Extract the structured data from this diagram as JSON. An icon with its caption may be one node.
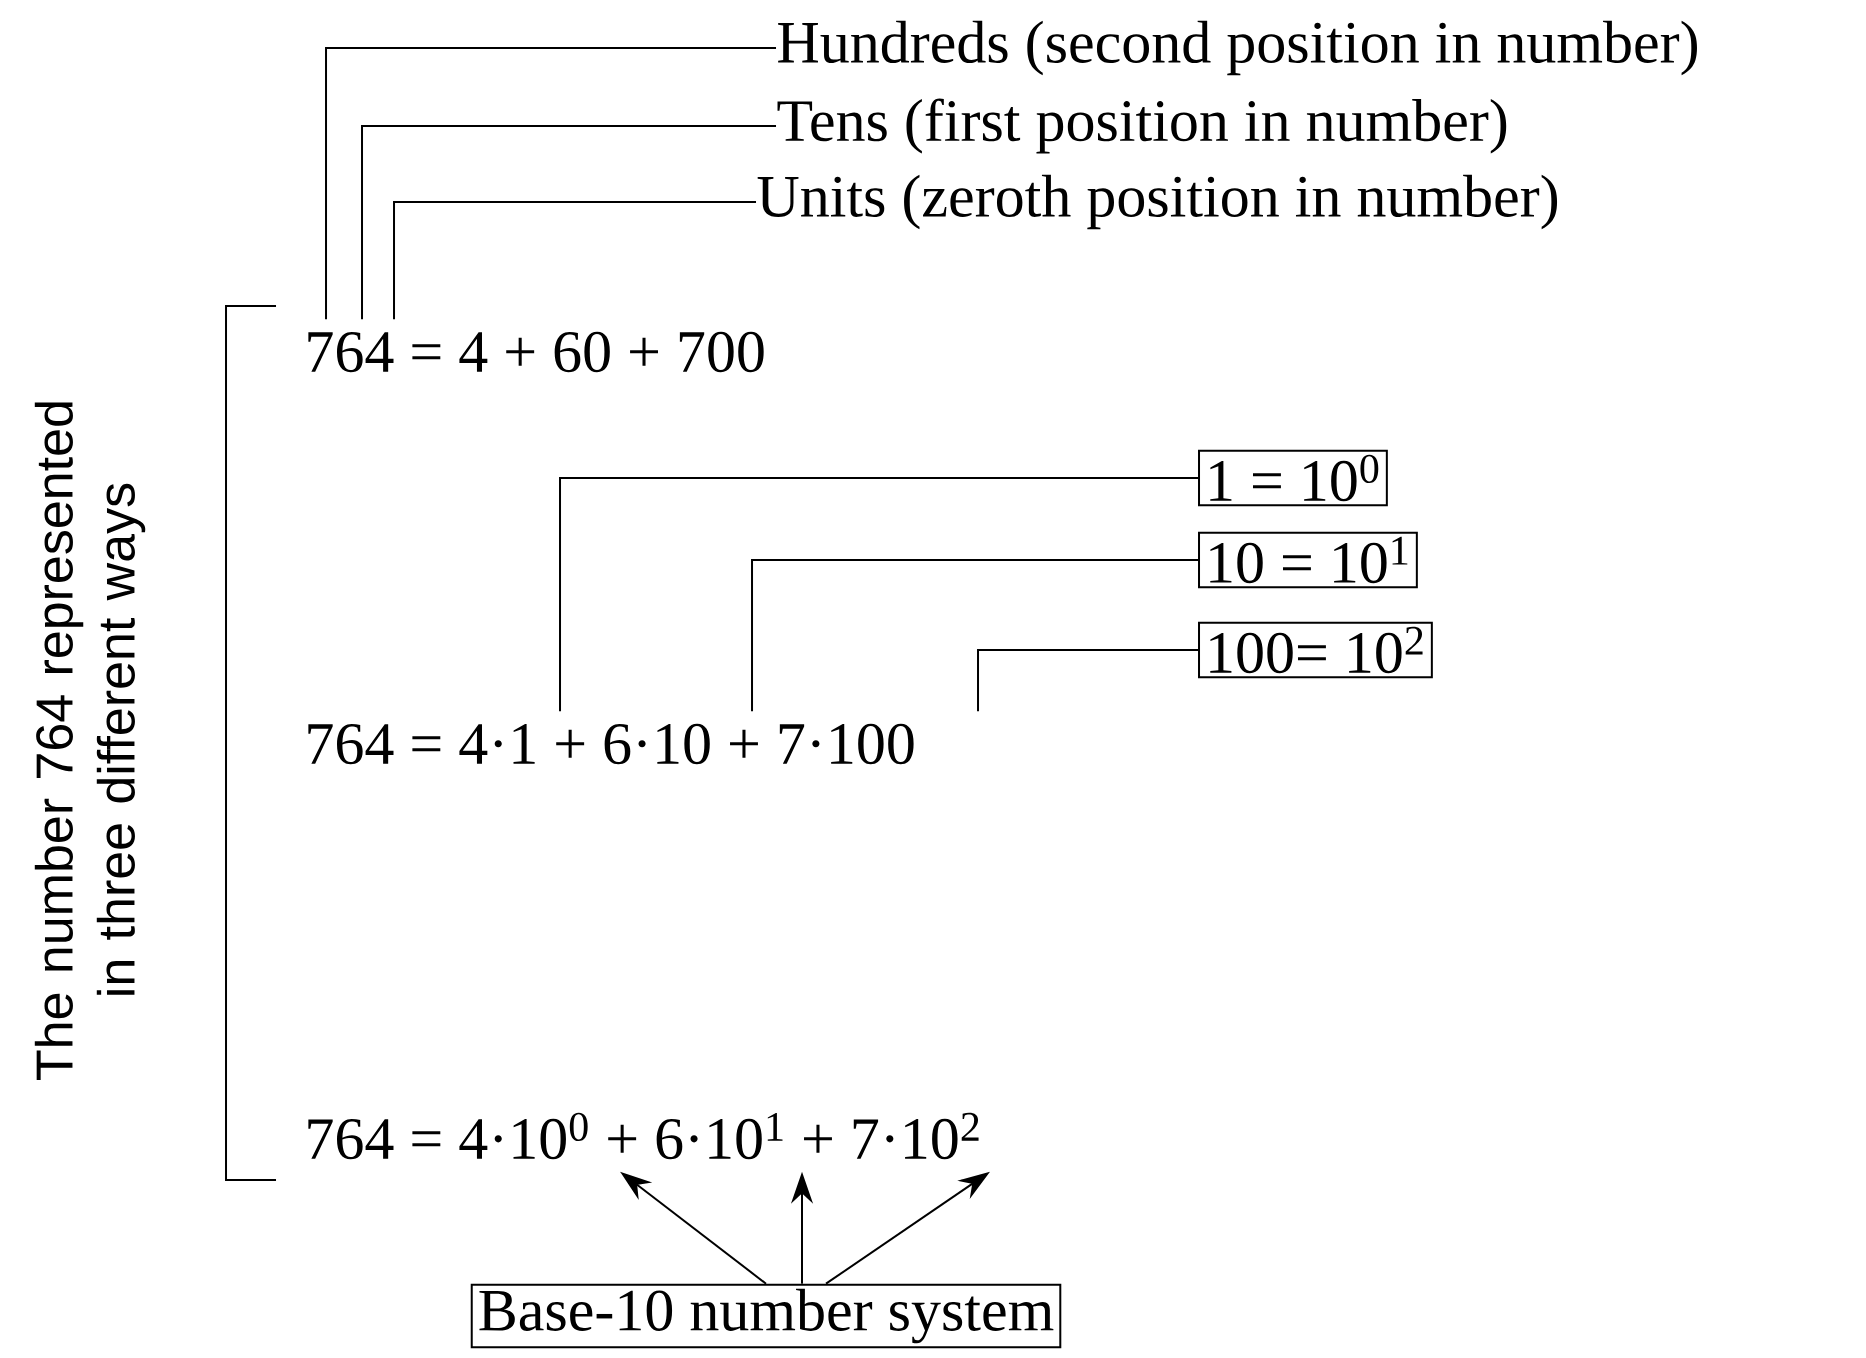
{
  "diagram": {
    "nodes": [
      {
        "text": [
          "Hundreds (second position in number)"
        ]
      },
      {
        "text": [
          "Tens (first position in number)"
        ]
      },
      {
        "text": [
          "Units (zeroth position in number)"
        ]
      },
      {
        "text": [
          "764 = 4 + 60 + 700"
        ]
      },
      {
        "text": [
          "1 = 10$^{0}$"
        ]
      },
      {
        "text": [
          "10 = 10$^{1}$"
        ]
      },
      {
        "text": [
          "100= 10$^{2}$"
        ]
      },
      {
        "text": [
          "764 = 4·1 + 6·10 + 7·100"
        ]
      },
      {
        "text": [
          "764 = 4·10$^{0}$ + 6·10$^{1}$ + 7·10$^{2}$"
        ]
      },
      {
        "text": [
          "Base-10 number system"
        ]
      }
    ],
    "edges": [
      {
        "from": 0,
        "to": 3,
        "arrow": "none"
      },
      {
        "from": 1,
        "to": 3,
        "arrow": "none"
      },
      {
        "from": 2,
        "to": 3,
        "arrow": "none"
      },
      {
        "from": 4,
        "to": 7,
        "arrow": "none"
      },
      {
        "from": 5,
        "to": 7,
        "arrow": "none"
      },
      {
        "from": 6,
        "to": 7,
        "arrow": "none"
      },
      {
        "from": 9,
        "to": 8,
        "arrow": "to"
      },
      {
        "from": 9,
        "to": 8,
        "arrow": "to"
      },
      {
        "from": 9,
        "to": 8,
        "arrow": "to"
      }
    ],
    "labels": [
      "The number 764 represented in three different ways"
    ]
  }
}
